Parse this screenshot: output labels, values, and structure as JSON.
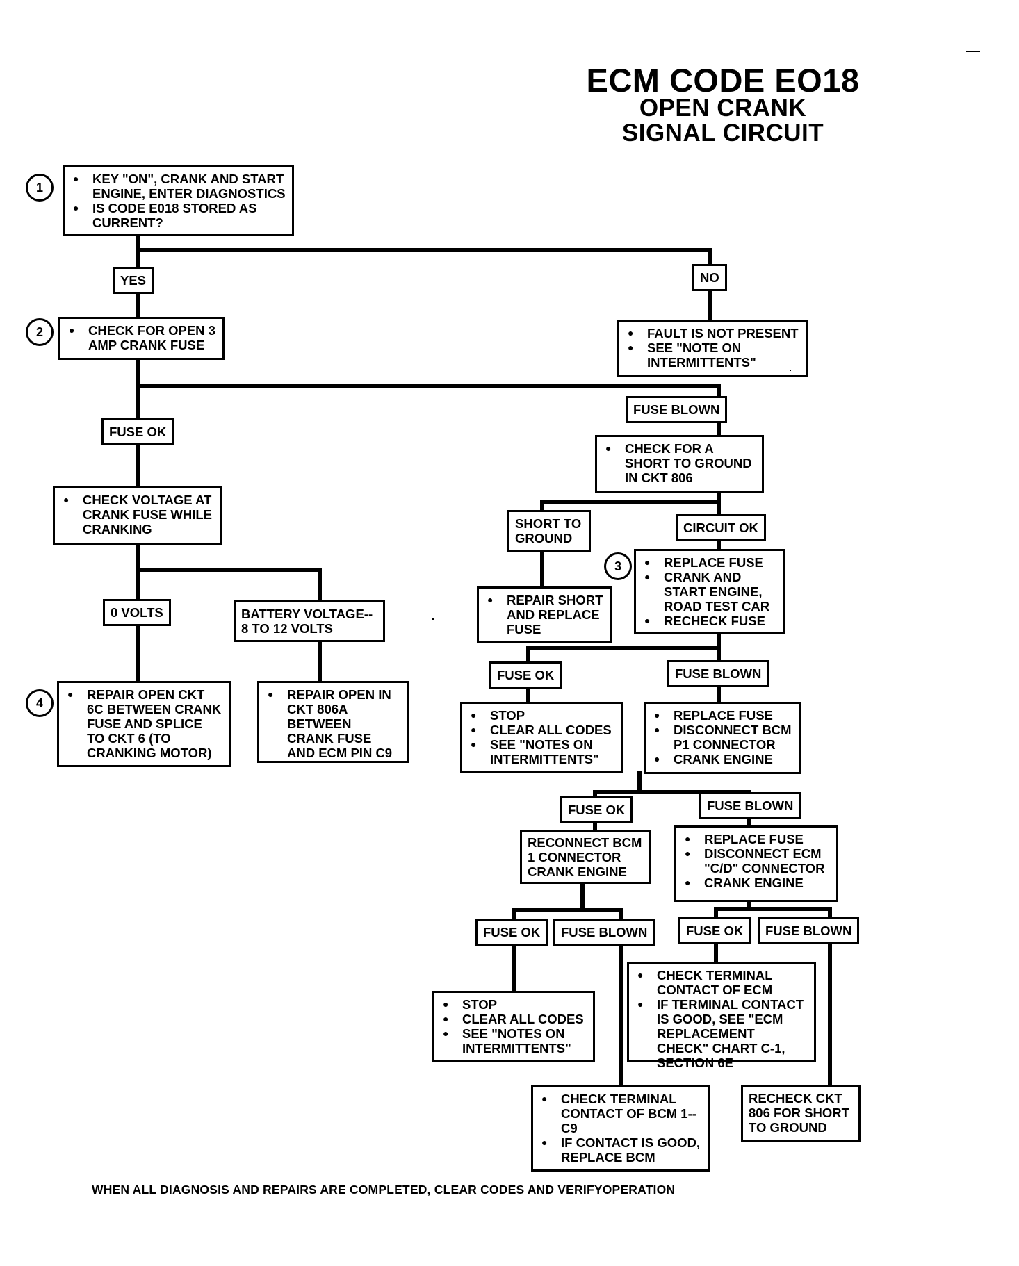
{
  "title": {
    "line1": "ECM CODE EO18",
    "line2": "OPEN CRANK",
    "line3": "SIGNAL CIRCUIT"
  },
  "step_numbers": [
    "1",
    "2",
    "3",
    "4"
  ],
  "boxes": {
    "step1": [
      "KEY \"ON\", CRANK AND START ENGINE, ENTER DIAGNOSTICS",
      "IS CODE E018 STORED AS CURRENT?"
    ],
    "step2": [
      "CHECK FOR OPEN 3 AMP CRANK FUSE"
    ],
    "not_present": [
      "FAULT IS NOT PRESENT",
      "SEE \"NOTE ON INTERMITTENTS\""
    ],
    "check_voltage": [
      "CHECK VOLTAGE AT CRANK FUSE WHILE CRANKING"
    ],
    "check_short": [
      "CHECK FOR A SHORT TO GROUND IN CKT 806"
    ],
    "step3": [
      "REPLACE FUSE",
      "CRANK AND START ENGINE, ROAD TEST CAR",
      "RECHECK FUSE"
    ],
    "repair_short": [
      "REPAIR SHORT AND REPLACE FUSE"
    ],
    "repair_6c": [
      "REPAIR OPEN CKT 6C BETWEEN CRANK FUSE AND SPLICE TO CKT 6 (TO CRANKING MOTOR)"
    ],
    "repair_806a": [
      "REPAIR OPEN IN CKT 806A BETWEEN CRANK FUSE AND ECM PIN C9"
    ],
    "stop1": [
      "STOP",
      "CLEAR ALL CODES",
      "SEE \"NOTES ON INTERMITTENTS\""
    ],
    "disconnect_bcm": [
      "REPLACE FUSE",
      "DISCONNECT BCM P1 CONNECTOR",
      "CRANK ENGINE"
    ],
    "reconnect_bcm": "RECONNECT BCM 1 CONNECTOR CRANK ENGINE",
    "disconnect_ecm": [
      "REPLACE FUSE",
      "DISCONNECT ECM \"C/D\" CONNECTOR",
      "CRANK ENGINE"
    ],
    "stop2": [
      "STOP",
      "CLEAR ALL CODES",
      "SEE \"NOTES ON INTERMITTENTS\""
    ],
    "check_ecm": [
      "CHECK TERMINAL CONTACT OF ECM",
      "IF TERMINAL CONTACT IS GOOD, SEE \"ECM REPLACEMENT CHECK\" CHART C-1, SECTION 6E"
    ],
    "check_bcm": [
      "CHECK TERMINAL CONTACT OF BCM 1--C9",
      "IF CONTACT IS GOOD, REPLACE BCM"
    ],
    "recheck_806": "RECHECK CKT 806 FOR SHORT TO GROUND"
  },
  "labels": {
    "yes": "YES",
    "no": "NO",
    "fuse_ok_1": "FUSE OK",
    "fuse_blown_1": "FUSE BLOWN",
    "short_to_ground": "SHORT TO GROUND",
    "circuit_ok": "CIRCUIT OK",
    "zero_volts": "0 VOLTS",
    "battery_voltage": "BATTERY VOLTAGE-- 8 TO 12 VOLTS",
    "fuse_ok_2": "FUSE OK",
    "fuse_blown_2": "FUSE BLOWN",
    "fuse_ok_3": "FUSE OK",
    "fuse_blown_3": "FUSE BLOWN",
    "fuse_ok_4": "FUSE OK",
    "fuse_blown_4": "FUSE BLOWN",
    "fuse_ok_5": "FUSE OK",
    "fuse_blown_5": "FUSE BLOWN"
  },
  "footer": "WHEN ALL DIAGNOSIS AND REPAIRS ARE COMPLETED, CLEAR CODES AND VERIFYOPERATION"
}
